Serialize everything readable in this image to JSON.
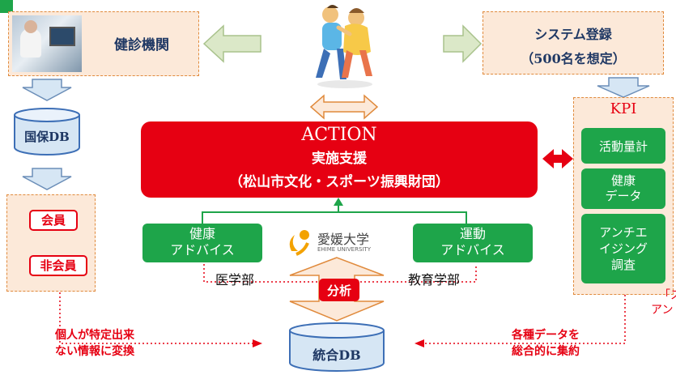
{
  "checkup": {
    "label": "健診機関"
  },
  "system": {
    "line1": "システム登録",
    "line2": "（500名を想定）"
  },
  "kokuho_db": {
    "label": "国保DB"
  },
  "members": {
    "member": "会員",
    "non_member": "非会員"
  },
  "action": {
    "title": "ACTION",
    "line2": "実施支援",
    "line3": "（松山市文化・スポーツ振興財団）"
  },
  "kpi": {
    "title": "KPI",
    "items": [
      "活動量計",
      "健康\nデータ",
      "アンチエ\nイジング\n調査"
    ]
  },
  "advice_health": {
    "line1": "健康",
    "line2": "アドバイス"
  },
  "advice_exercise": {
    "line1": "運動",
    "line2": "アドバイス"
  },
  "university": {
    "name_jp": "愛媛大学",
    "name_en": "EHIME UNIVERSITY"
  },
  "medicine": "医学部",
  "education": "教育学部",
  "analysis": "分析",
  "left_note": {
    "line1": "個人が特定出来",
    "line2": "ない情報に変換"
  },
  "right_note": {
    "line1": "各種データを",
    "line2": "総合的に集約"
  },
  "integrated_db": "統合DB",
  "cutoff_text": {
    "line1": "「ス",
    "line2": "アン"
  },
  "colors": {
    "accent_red": "#e60012",
    "green": "#1ea54a",
    "navy": "#1f3864",
    "beige": "#fce9d9",
    "arrow_fill": "#dbe8c8",
    "db_fill": "#d6e6f4"
  }
}
